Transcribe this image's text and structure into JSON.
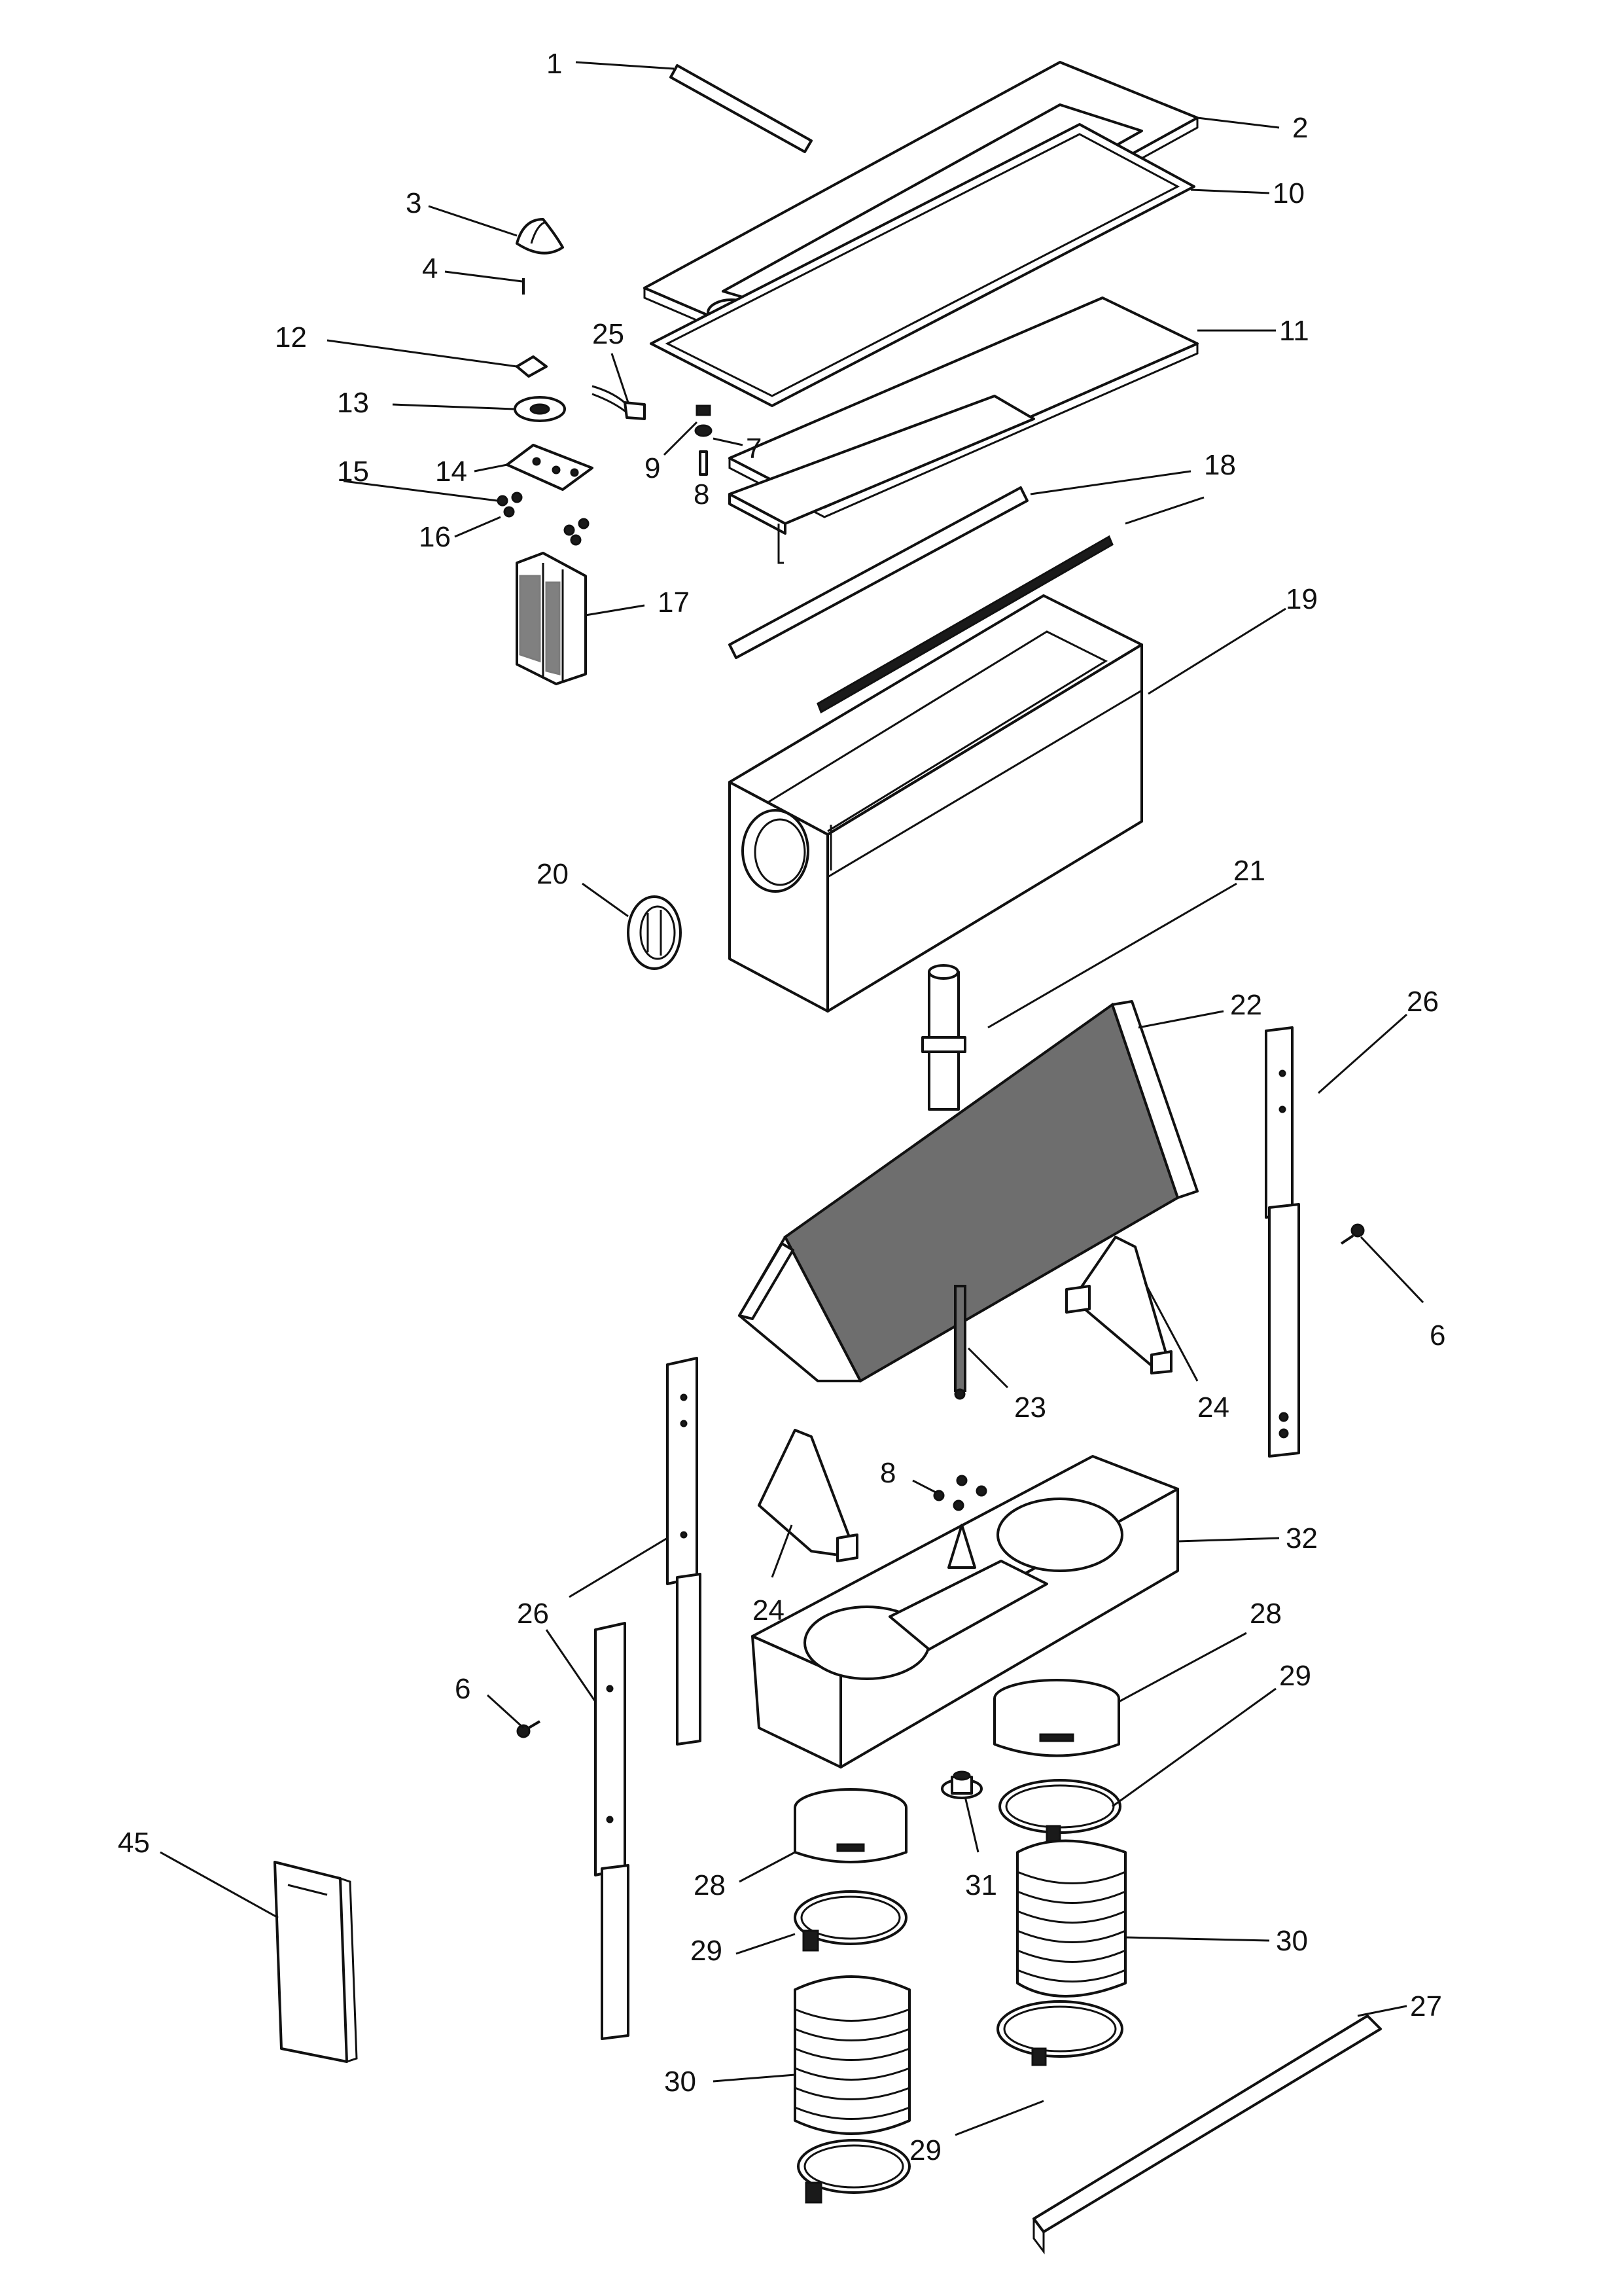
{
  "callouts": [
    {
      "n": "1"
    },
    {
      "n": "2"
    },
    {
      "n": "3"
    },
    {
      "n": "4"
    },
    {
      "n": "10"
    },
    {
      "n": "12"
    },
    {
      "n": "25"
    },
    {
      "n": "11"
    },
    {
      "n": "13"
    },
    {
      "n": "9"
    },
    {
      "n": "7"
    },
    {
      "n": "14"
    },
    {
      "n": "15"
    },
    {
      "n": "8"
    },
    {
      "n": "18"
    },
    {
      "n": "16"
    },
    {
      "n": "17"
    },
    {
      "n": "19"
    },
    {
      "n": "20"
    },
    {
      "n": "21"
    },
    {
      "n": "22"
    },
    {
      "n": "26"
    },
    {
      "n": "6"
    },
    {
      "n": "23"
    },
    {
      "n": "24"
    },
    {
      "n": "8"
    },
    {
      "n": "32"
    },
    {
      "n": "24"
    },
    {
      "n": "28"
    },
    {
      "n": "26"
    },
    {
      "n": "29"
    },
    {
      "n": "6"
    },
    {
      "n": "31"
    },
    {
      "n": "28"
    },
    {
      "n": "45"
    },
    {
      "n": "30"
    },
    {
      "n": "29"
    },
    {
      "n": "27"
    },
    {
      "n": "30"
    },
    {
      "n": "29"
    }
  ]
}
